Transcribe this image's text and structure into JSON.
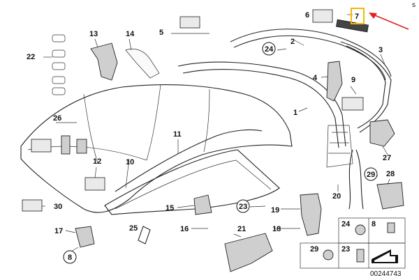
{
  "labels": {
    "l1": "1",
    "l2": "2",
    "l3": "3",
    "l4": "4",
    "l5": "5",
    "l6": "6",
    "l7": "7",
    "l8": "8",
    "l9": "9",
    "l10": "10",
    "l11": "11",
    "l12": "12",
    "l13": "13",
    "l14": "14",
    "l15": "15",
    "l16": "16",
    "l17": "17",
    "l18": "18",
    "l19": "19",
    "l20": "20",
    "l21": "21",
    "l22": "22",
    "l23": "23",
    "l24": "24",
    "l25": "25",
    "l26": "26",
    "l27": "27",
    "l28": "28",
    "l29": "29",
    "l30": "30"
  },
  "legend": {
    "l24": "24",
    "l8": "8",
    "l29": "29",
    "l23": "23"
  },
  "corner_mark": "s",
  "diagram_id": "00244743",
  "colors": {
    "highlight_box": "#f2b705",
    "arrow": "#e02020"
  }
}
